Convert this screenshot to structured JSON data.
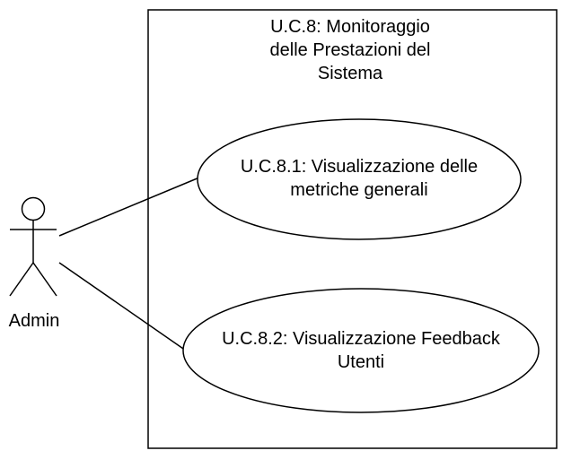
{
  "system": {
    "title_lines": [
      "U.C.8: Monitoraggio",
      "delle Prestazioni del",
      "Sistema"
    ]
  },
  "actor": {
    "name": "Admin"
  },
  "use_cases": [
    {
      "label_lines": [
        "U.C.8.1: Visualizzazione delle",
        "metriche generali"
      ]
    },
    {
      "label_lines": [
        "U.C.8.2: Visualizzazione Feedback",
        "Utenti"
      ]
    }
  ]
}
